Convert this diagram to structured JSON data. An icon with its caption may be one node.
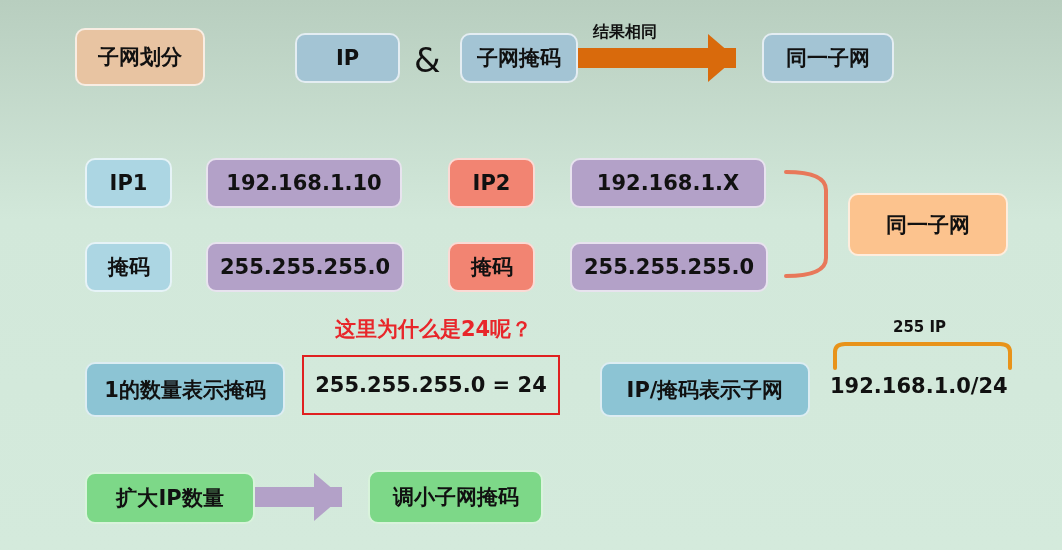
{
  "diagram": {
    "nodes": [
      {
        "text": [
          "子网划分"
        ]
      },
      {
        "text": [
          "IP"
        ]
      },
      {
        "text": [
          "子网掩码"
        ]
      },
      {
        "text": [
          "同一子网"
        ]
      },
      {
        "text": [
          "IP1"
        ]
      },
      {
        "text": [
          "192.168.1.10"
        ]
      },
      {
        "text": [
          "IP2"
        ]
      },
      {
        "text": [
          "192.168.1.X"
        ]
      },
      {
        "text": [
          "同一子网"
        ]
      },
      {
        "text": [
          "掩码"
        ]
      },
      {
        "text": [
          "255.255.255.0"
        ]
      },
      {
        "text": [
          "掩码"
        ]
      },
      {
        "text": [
          "255.255.255.0"
        ]
      },
      {
        "text": [
          "1的数量表示掩码"
        ]
      },
      {
        "text": [
          "255.255.255.0 = 24"
        ]
      },
      {
        "text": [
          "IP/掩码表示子网"
        ]
      },
      {
        "text": [
          "扩大IP数量"
        ]
      },
      {
        "text": [
          "调小子网掩码"
        ]
      }
    ],
    "edges": [
      {
        "from": 2,
        "to": 3,
        "arrow": "to",
        "label": "结果相同",
        "color": "#d96a0c"
      },
      {
        "from": 16,
        "to": 17,
        "arrow": "to",
        "color": "#b3a1c8"
      }
    ],
    "labels": [
      "&",
      "这里为什么是24呢？",
      "255 IP",
      "192.168.1.0/24"
    ]
  }
}
